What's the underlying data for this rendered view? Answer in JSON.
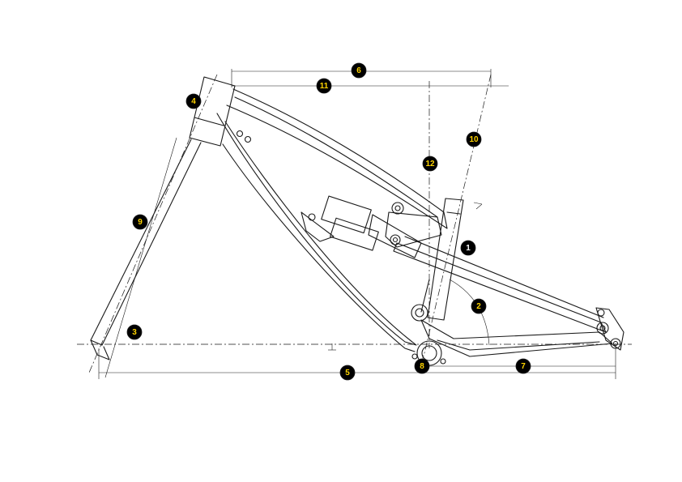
{
  "colors": {
    "line": "#1a1a1a",
    "marker_fill": "#000000",
    "marker_text": "#ffd400",
    "marker_primary_text": "#ffffff",
    "background": "#ffffff"
  },
  "markers": [
    {
      "id": "m1",
      "label": "1",
      "style": "primary"
    },
    {
      "id": "m2",
      "label": "2",
      "style": "normal"
    },
    {
      "id": "m3",
      "label": "3",
      "style": "normal"
    },
    {
      "id": "m4",
      "label": "4",
      "style": "normal"
    },
    {
      "id": "m5",
      "label": "5",
      "style": "normal"
    },
    {
      "id": "m6",
      "label": "6",
      "style": "normal"
    },
    {
      "id": "m7",
      "label": "7",
      "style": "normal"
    },
    {
      "id": "m8",
      "label": "8",
      "style": "normal"
    },
    {
      "id": "m9",
      "label": "9",
      "style": "normal"
    },
    {
      "id": "m10",
      "label": "10",
      "style": "normal"
    },
    {
      "id": "m11",
      "label": "11",
      "style": "normal"
    },
    {
      "id": "m12",
      "label": "12",
      "style": "normal"
    }
  ]
}
